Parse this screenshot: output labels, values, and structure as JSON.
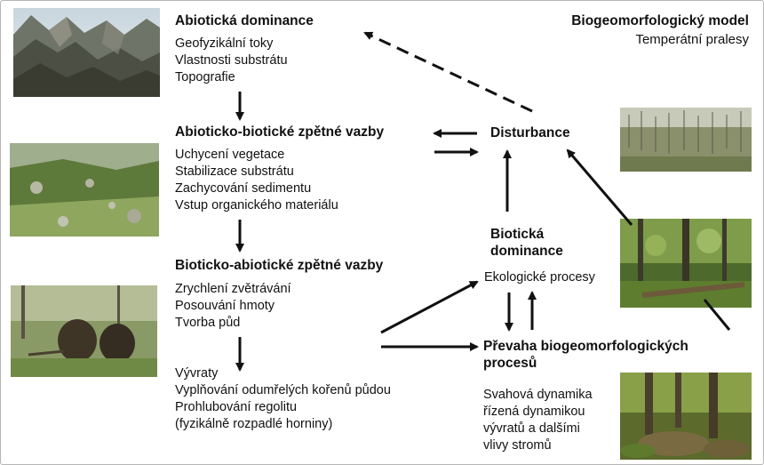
{
  "model": {
    "title": "Biogeomorfologický model",
    "subtitle": "Temperátní pralesy"
  },
  "stages": {
    "abiotic": {
      "heading": "Abiotická dominance",
      "items": [
        "Geofyzikální toky",
        "Vlastnosti substrátu",
        "Topografie"
      ]
    },
    "abiotic_biotic": {
      "heading": "Abioticko-biotické zpětné vazby",
      "items": [
        "Uchycení vegetace",
        "Stabilizace substrátu",
        "Zachycování sedimentu",
        "Vstup organického materiálu"
      ]
    },
    "biotic_abiotic": {
      "heading": "Bioticko-abiotické zpětné vazby",
      "items": [
        "Zrychlení zvětrávání",
        "Posouvání hmoty",
        "Tvorba půd"
      ]
    },
    "uprooting": {
      "items": [
        "Vývraty",
        "Vyplňování odumřelých kořenů půdou",
        "Prohlubování regolitu",
        "(fyzikálně rozpadlé horniny)"
      ]
    },
    "disturbance": {
      "heading": "Disturbance"
    },
    "biotic": {
      "heading_lines": [
        "Biotická",
        "dominance"
      ],
      "items": [
        "Ekologické procesy"
      ]
    },
    "biogeo": {
      "heading_lines": [
        "Převaha biogeomorfologických",
        "procesů"
      ],
      "items": [
        "Svahová dynamika",
        "řízená dynamikou",
        "vývratů a dalšími",
        "vlivy stromů"
      ]
    }
  },
  "photos": [
    {
      "name": "mountain-photo",
      "subject": "rocky mountain peaks"
    },
    {
      "name": "alpine-slope-photo",
      "subject": "vegetated alpine slope"
    },
    {
      "name": "uprooted-trees-photo",
      "subject": "uprooted tree root plates"
    },
    {
      "name": "dead-forest-photo",
      "subject": "disturbed dead forest"
    },
    {
      "name": "old-growth-forest-photo",
      "subject": "old-growth forest with fallen logs"
    },
    {
      "name": "pit-mound-forest-photo",
      "subject": "forest floor with pit-and-mound relief"
    }
  ],
  "colors": {
    "text": "#111111",
    "arrow": "#111111",
    "border": "#b5b5b5"
  }
}
